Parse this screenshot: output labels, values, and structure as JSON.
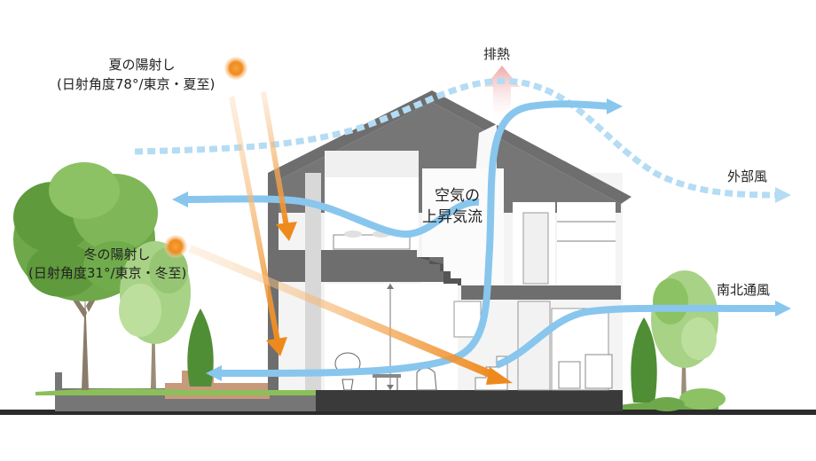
{
  "labels": {
    "summer_sun": "夏の陽射し",
    "summer_angle": "(日射角度78°/東京・夏至)",
    "winter_sun": "冬の陽射し",
    "winter_angle": "(日射角度31°/東京・冬至)",
    "exhaust": "排熱",
    "air_rise_1": "空気の",
    "air_rise_2": "上昇気流",
    "outside_wind": "外部風",
    "north_south_wind": "南北通風"
  },
  "colors": {
    "air_flow": "#88c6ee",
    "upper_wind": "#b4dcf4",
    "sun": "#f08a1c",
    "exhaust": "#f1b1b1",
    "roof": "#6e6e6e",
    "tree_green": "#5f9a3c",
    "ground": "#2b2b2b"
  }
}
